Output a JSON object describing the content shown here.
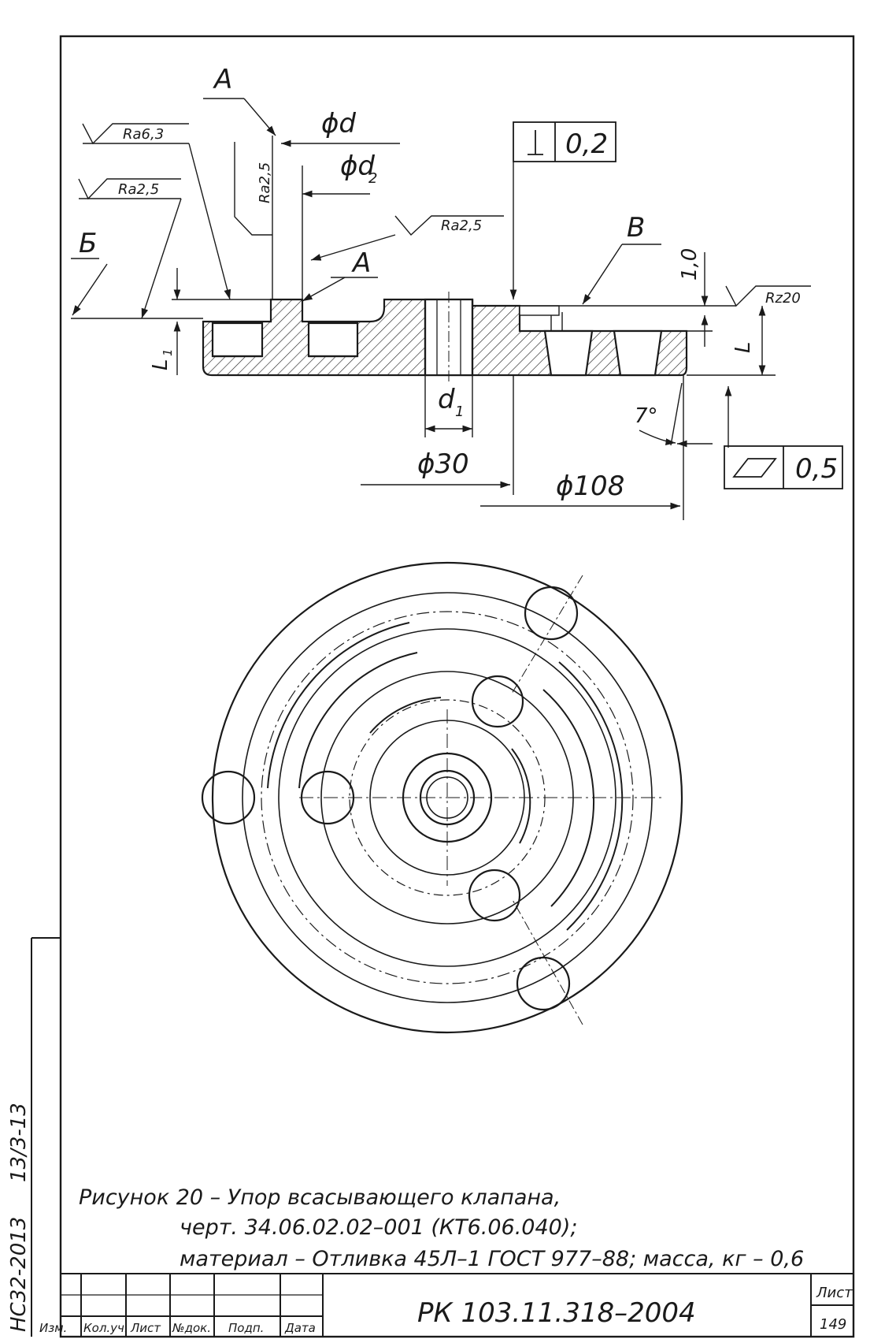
{
  "labels": {
    "section_a_top": "A",
    "section_a_mid": "A",
    "section_b": "Б",
    "section_v": "В",
    "phi_d": "ϕd",
    "phi_d2": "ϕd",
    "phi_d2_sub": "2",
    "d1": "d",
    "d1_sub": "1",
    "phi30": "ϕ30",
    "phi108": "ϕ108",
    "L": "L",
    "L1": "L",
    "L1_sub": "1",
    "dim_1_0": "1,0",
    "angle_7": "7°"
  },
  "roughness": {
    "ra63": "Ra6,3",
    "ra25_left": "Ra2,5",
    "ra25_vert": "Ra2,5",
    "ra25_mid": "Ra2,5",
    "rz20": "Rz20"
  },
  "tolerances": {
    "perpendicularity_value": "0,2",
    "flatness_value": "0,5"
  },
  "caption": {
    "line1": "Рисунок 20 –  Упор всасывающего клапана,",
    "line2": "черт. 34.06.02.02–001 (КТ6.06.040);",
    "line3": "материал – Отливка 45Л–1 ГОСТ 977–88; масса, кг – 0,6"
  },
  "title_block": {
    "doc_code": "РК 103.11.318–2004",
    "sheet_label": "Лист",
    "sheet_number": "149",
    "col_izm": "Изм.",
    "col_koluch": "Кол.уч.",
    "col_list": "Лист",
    "col_ndok": "№док.",
    "col_podp": "Подп.",
    "col_data": "Дата"
  },
  "margin_stamp": {
    "date": "13/3-13",
    "code": "НС32-2013"
  }
}
